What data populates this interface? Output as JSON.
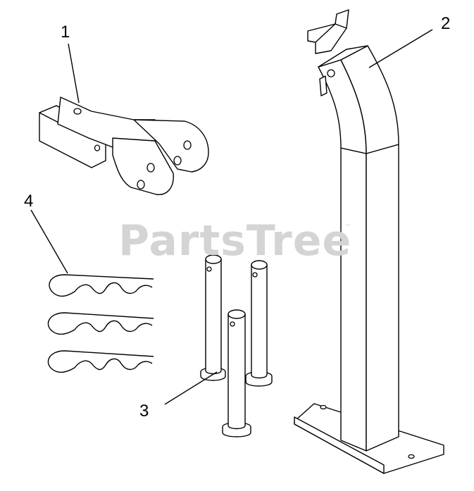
{
  "watermark": {
    "text": "PartsTree",
    "trademark": "™"
  },
  "callouts": [
    {
      "id": "1",
      "label": "1"
    },
    {
      "id": "2",
      "label": "2"
    },
    {
      "id": "3",
      "label": "3"
    },
    {
      "id": "4",
      "label": "4"
    }
  ],
  "colors": {
    "line": "#000000",
    "watermark": "#d4d4d4",
    "background": "#ffffff"
  }
}
